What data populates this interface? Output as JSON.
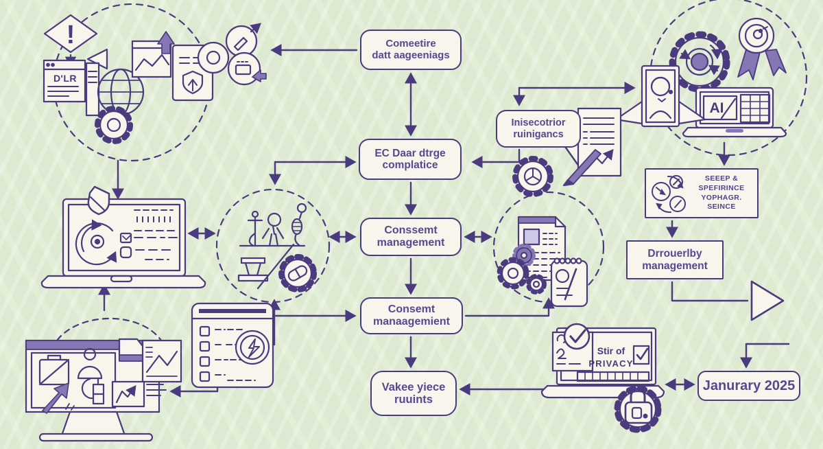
{
  "colors": {
    "background": "#dde9d0",
    "ink": "#4a3a7e",
    "accent": "#8577b3",
    "box_fill": "#f8f5ec",
    "box_text": "#5a4691"
  },
  "flow": {
    "top_box": {
      "line1": "Comeetire",
      "line2": "datt aageeniags"
    },
    "compliance_box": {
      "line1": "EC Daar dtrge",
      "line2": "complatice"
    },
    "consent_box_upper": {
      "line1": "Conssemt",
      "line2": "management"
    },
    "consent_box_lower": {
      "line1": "Consemt",
      "line2": "manaagemient"
    },
    "values_box": {
      "line1": "Vakee yiece",
      "line2": "ruuints"
    },
    "inspector_bubble": {
      "line1": "Inisecotrior",
      "line2": "ruinigancs"
    },
    "cycle_box": {
      "line1": "SEEEP &",
      "line2": "SPEFIRINCE",
      "line3": "YOPHAGR.",
      "line4": "SEINCE"
    },
    "discovery_box": {
      "line1": "Drrouerlby",
      "line2": "management"
    },
    "date_box": {
      "label": "Janurary 2025"
    }
  },
  "labels": {
    "warning_mark": "!",
    "gdpr": "D'LR",
    "ai": "AI",
    "privacy_line1": "Stir of",
    "privacy_line2": "PRIVACY"
  },
  "icons": [
    "warning-diamond-icon",
    "browser-window-icon",
    "globe-icon",
    "gear-icon",
    "chart-window-icon",
    "upload-arrow-icon",
    "document-shield-icon",
    "donut-icon",
    "pen-share-icon",
    "box-share-icon",
    "sync-gear-icon",
    "award-ribbon-icon",
    "ai-laptop-icon",
    "winged-id-icon",
    "shield-icon",
    "sync-laptop-icon",
    "code-lines-icon",
    "robot-figures-icon",
    "capsule-gear-icon",
    "pedestal-icon",
    "document-stack-icon",
    "gears-icon",
    "notepad-icon",
    "media-monitor-icon",
    "folder-chart-icon",
    "line-chart-panel-icon",
    "checklist-icon",
    "coin-badge-icon",
    "report-pen-icon",
    "pie-gear-icon",
    "trend-arrow-icon",
    "privacy-laptop-icon",
    "check-circle-icon",
    "checkbox-icon",
    "lock-gear-icon",
    "cycle-circles-icon",
    "flow-triangle-icon"
  ]
}
